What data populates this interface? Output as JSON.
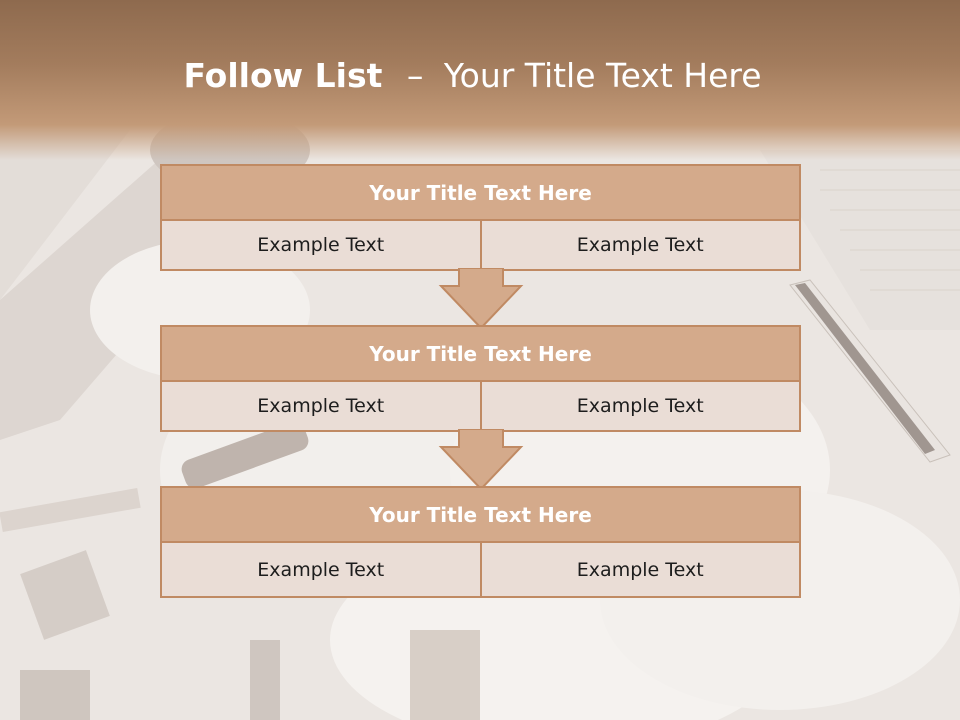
{
  "slide": {
    "title_bold": "Follow List",
    "title_sep": "–",
    "title_rest": "Your Title Text Here"
  },
  "blocks": [
    {
      "title": "Your Title Text Here",
      "left": "Example Text",
      "right": "Example Text"
    },
    {
      "title": "Your Title Text Here",
      "left": "Example Text",
      "right": "Example Text"
    },
    {
      "title": "Your Title Text Here",
      "left": "Example Text",
      "right": "Example Text"
    }
  ],
  "colors": {
    "header": "#a37c5d",
    "box_fill": "#d4aa8b",
    "box_border": "#c08a63",
    "cell_fill": "#eaddd6"
  }
}
